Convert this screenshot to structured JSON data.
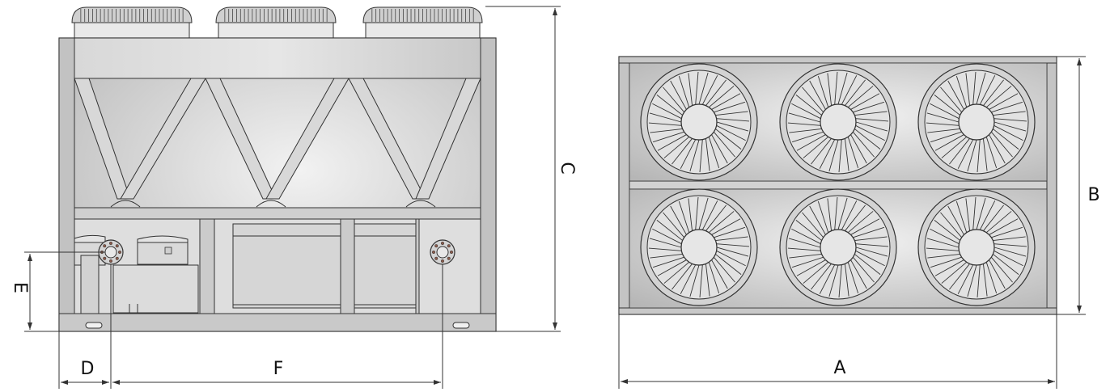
{
  "labels": {
    "A": "A",
    "B": "B",
    "C": "C",
    "D": "D",
    "E": "E",
    "F": "F"
  },
  "colors": {
    "frame_fill": "#b9b9b9",
    "panel_light": "#eeeeee",
    "panel_dark": "#bdbdbd",
    "line": "#333333"
  }
}
